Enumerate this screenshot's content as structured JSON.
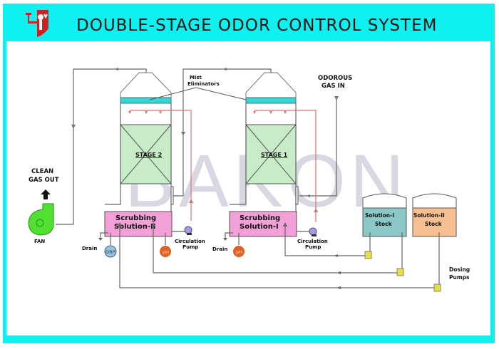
{
  "title": "DOUBLE-STAGE ODOR CONTROL SYSTEM",
  "watermark": "BAKON",
  "colors": {
    "frame": "#0ff0f0",
    "packing": "#c8ecc8",
    "sump": "#f4a0d8",
    "mist": "#30d8d8",
    "stock1": "#8cc8c8",
    "stock2": "#f8c090",
    "pump": "#a898e8",
    "ph": "#e06020",
    "orp": "#90c8e0",
    "dosing": "#e8e040"
  },
  "labels": {
    "mist_eliminators_1": "Mist",
    "mist_eliminators_2": "Eliminators",
    "odorous_gas_1": "ODOROUS",
    "odorous_gas_2": "GAS  IN",
    "clean_gas_1": "CLEAN",
    "clean_gas_2": "GAS OUT",
    "fan": "FAN",
    "stage2": "STAGE 2",
    "stage1": "STAGE 1",
    "sump2_1": "Scrubbing",
    "sump2_2": "Solution-II",
    "sump1_1": "Scrubbing",
    "sump1_2": "Solution-I",
    "drain": "Drain",
    "orp": "ORP",
    "ph": "pH",
    "circ_pump_1": "Circulation",
    "circ_pump_2": "Pump",
    "stock1_1": "Solution-I",
    "stock1_2": "Stock",
    "stock2_1": "Solution-II",
    "stock2_2": "Stock",
    "dosing_1": "Dosing",
    "dosing_2": "Pumps"
  }
}
